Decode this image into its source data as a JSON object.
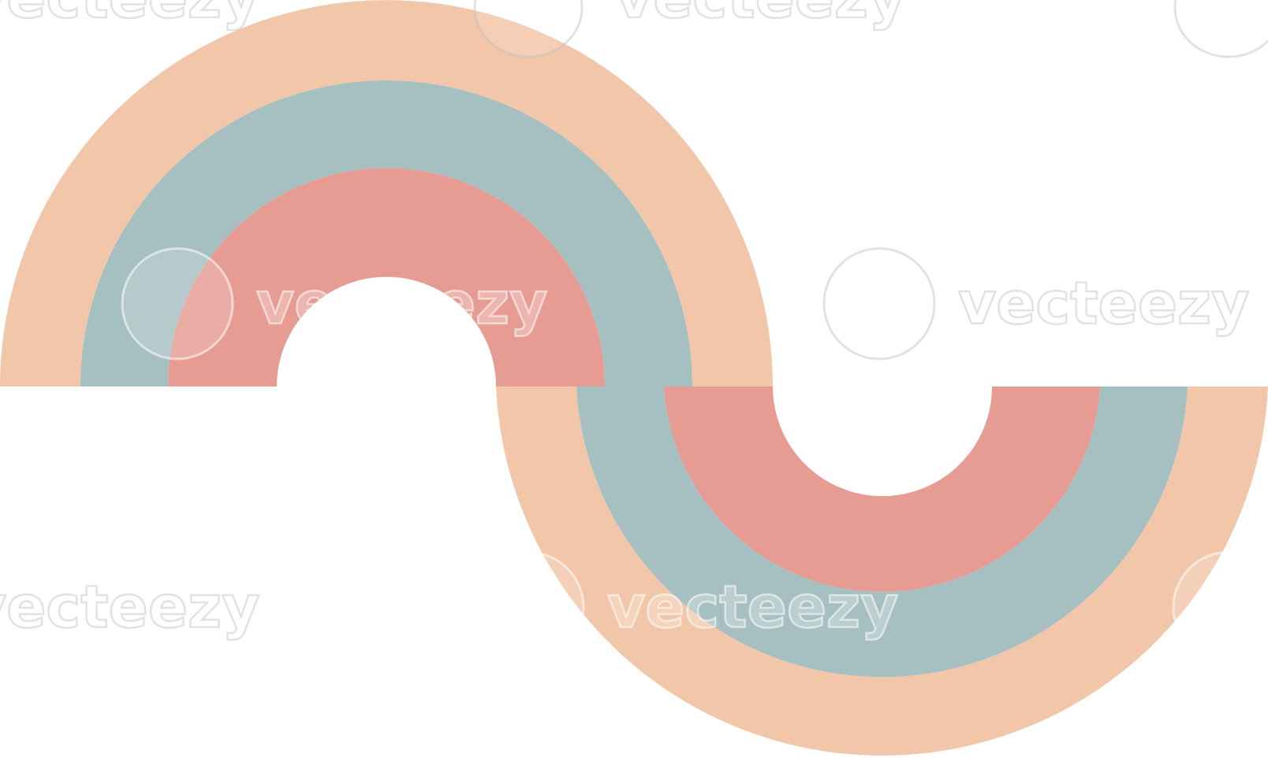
{
  "artwork": {
    "colors": {
      "outer": "#F2C6A9",
      "middle": "#A6BFC1",
      "inner": "#E69C92",
      "background": "#FFFFFF"
    },
    "bands": [
      "outer",
      "middle",
      "inner"
    ]
  },
  "watermark": {
    "text": "vecteezy",
    "icon": "vecteezy-logo-icon"
  }
}
